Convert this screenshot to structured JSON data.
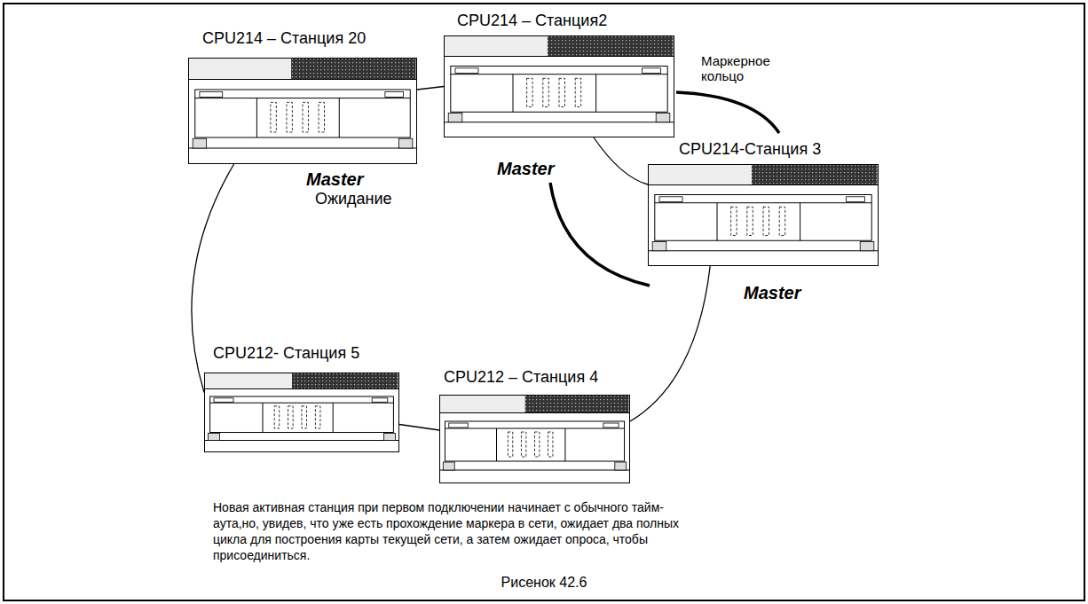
{
  "diagram": {
    "caption": "Рисенок 42.6",
    "nodes": [
      {
        "text": [
          "CPU214 – Станция 20",
          "Master",
          "Ожидание"
        ]
      },
      {
        "text": [
          "CPU214 – Станция2",
          "Master"
        ]
      },
      {
        "text": [
          "CPU214-Станция 3",
          "Master"
        ]
      },
      {
        "text": [
          "CPU212- Станция 5"
        ]
      },
      {
        "text": [
          "CPU212 – Станция 4"
        ]
      }
    ],
    "edges": [
      {
        "from": 0,
        "to": 1,
        "arrow": "none"
      },
      {
        "from": 1,
        "to": 2,
        "arrow": "none"
      },
      {
        "from": 2,
        "to": 4,
        "arrow": "none"
      },
      {
        "from": 4,
        "to": 3,
        "arrow": "none"
      },
      {
        "from": 3,
        "to": 0,
        "arrow": "none"
      }
    ],
    "labels": [
      "Маркерное кольцо",
      "Новая активная станция при первом подключении начинает с обычного тайм- аута,но, увидев, что уже есть прохождение маркера в сети, ожидает два полных цикла для построения карты текущей сети, а затем ожидает опроса, чтобы присоединиться."
    ]
  }
}
